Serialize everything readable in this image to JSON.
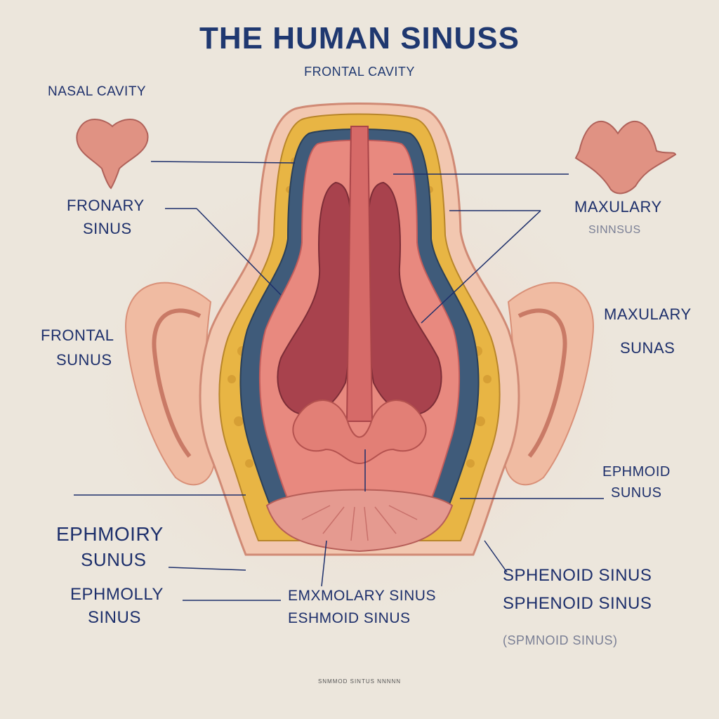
{
  "title": "THE HUMAN SINUSS",
  "subtitle": "FRONTAL CAVITY",
  "labels": {
    "nasal_cavity": "NASAL CAVITY",
    "fronary_1": "FRONARY",
    "fronary_2": "SINUS",
    "frontal_1": "FRONTAL",
    "frontal_2": "SUNUS",
    "ephmoiry_1": "EPHMOIRY",
    "ephmoiry_2": "SUNUS",
    "ephmolly_1": "EPHMOLLY",
    "ephmolly_2": "SINUS",
    "maxulary_top": "MAXULARY",
    "maxulary_top_faint": "SINNSUS",
    "maxulary_mid_1": "MAXULARY",
    "maxulary_mid_2": "SUNAS",
    "ephmoid_1": "EPHMOID",
    "ephmoid_2": "SUNUS",
    "sphenoid_1": "SPHENOID SINUS",
    "sphenoid_2": "SPHENOID SINUS",
    "sphenoid_faint": "(SPMNOID SINUS)",
    "center_1": "EMXMOLARY SINUS",
    "center_2": "ESHMOID SINUS",
    "footer": "SNMMOD SINTUS NNNNN"
  },
  "colors": {
    "background": "#ece6dc",
    "label": "#1d2f6b",
    "tissue": "#e88a80",
    "tissue_dark": "#c75b5a",
    "cavity": "#b94c57",
    "bone_yellow": "#e8b13d",
    "sinus_blue": "#3e5a78",
    "skin": "#f1c2a8"
  }
}
